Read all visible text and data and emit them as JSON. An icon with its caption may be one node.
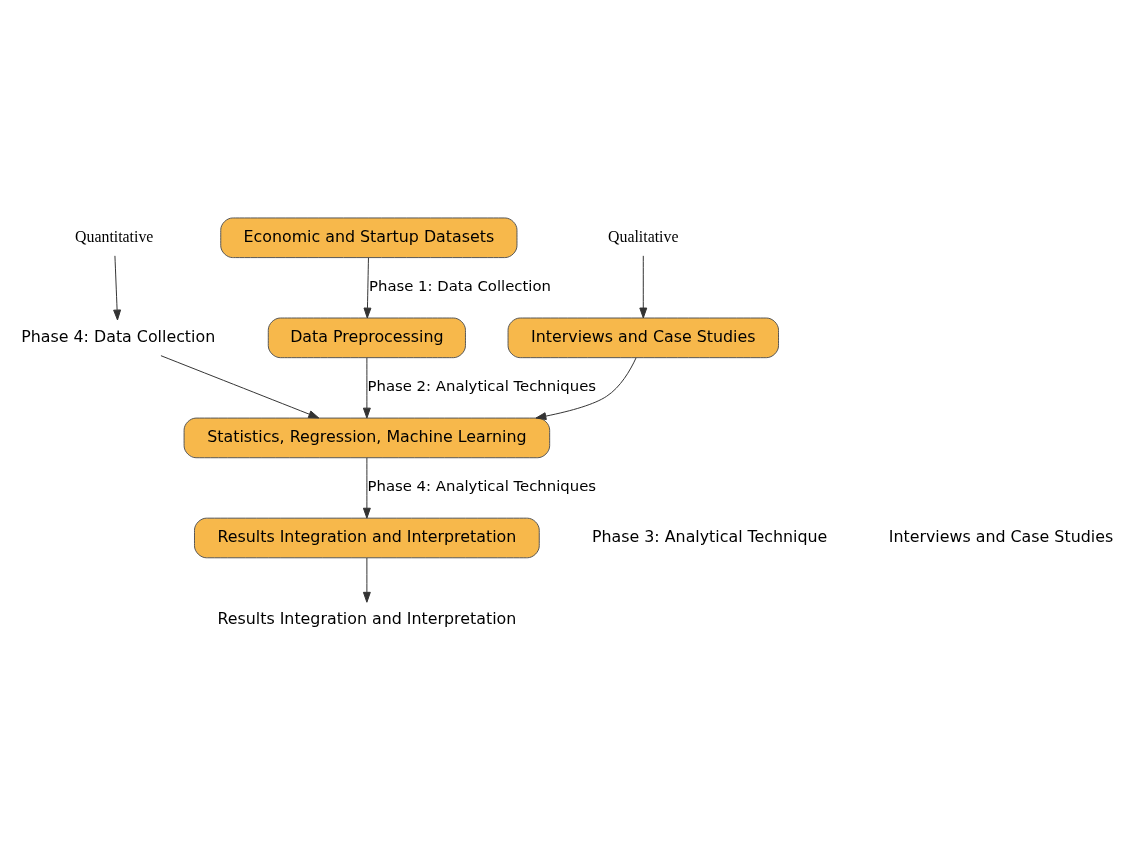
{
  "diagram": {
    "nodes": [
      {
        "text": [
          "Quantitative"
        ]
      },
      {
        "text": [
          "Economic and Startup Datasets"
        ]
      },
      {
        "text": [
          "Qualitative"
        ]
      },
      {
        "text": [
          "Phase 4: Data Collection"
        ]
      },
      {
        "text": [
          "Data Preprocessing"
        ]
      },
      {
        "text": [
          "Interviews and Case Studies"
        ]
      },
      {
        "text": [
          "Statistics, Regression, Machine Learning"
        ]
      },
      {
        "text": [
          "Results Integration and Interpretation"
        ]
      },
      {
        "text": [
          "Results Integration and Interpretation"
        ]
      }
    ],
    "edges": [
      {
        "from": 1,
        "to": 4,
        "arrow": "to",
        "label": "Phase 1: Data Collection"
      },
      {
        "from": 0,
        "to": 3,
        "arrow": "to"
      },
      {
        "from": 2,
        "to": 5,
        "arrow": "to"
      },
      {
        "from": 4,
        "to": 6,
        "arrow": "to",
        "label": "Phase 2: Analytical Techniques"
      },
      {
        "from": 3,
        "to": 6,
        "arrow": "to"
      },
      {
        "from": 5,
        "to": 6,
        "arrow": "to"
      },
      {
        "from": 6,
        "to": 7,
        "arrow": "to",
        "label": "Phase 4: Analytical Techniques"
      },
      {
        "from": 7,
        "to": 8,
        "arrow": "to"
      }
    ],
    "labels": [
      "Phase 3: Analytical Technique",
      "Interviews and Case Studies"
    ]
  }
}
